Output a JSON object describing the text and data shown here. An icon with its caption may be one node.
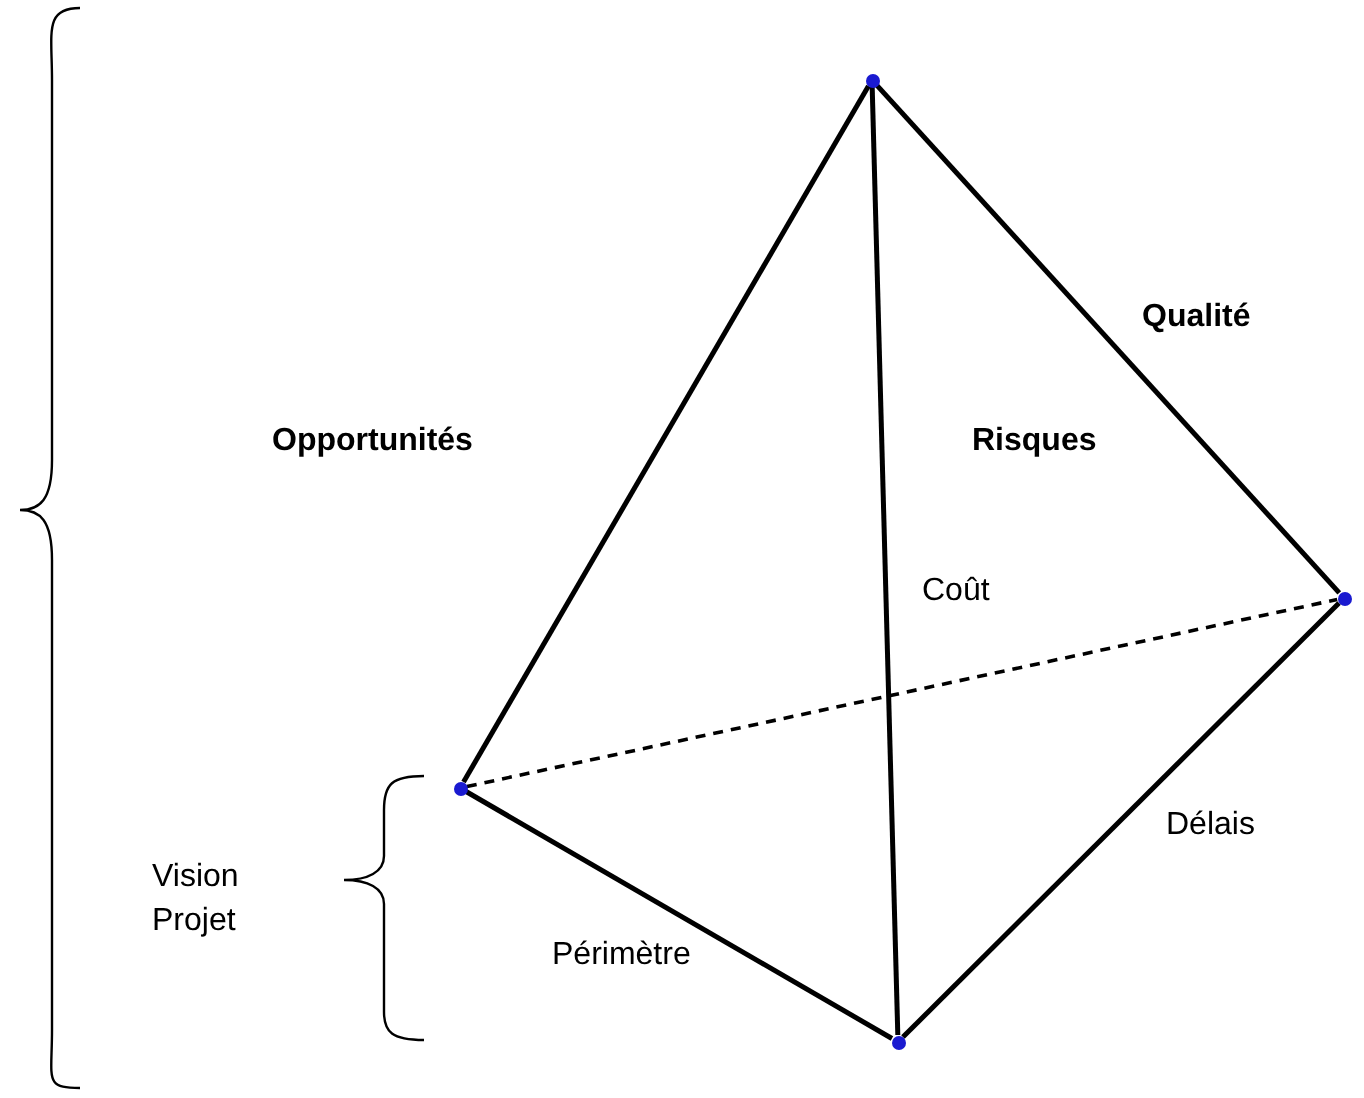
{
  "diagram": {
    "nodes": [
      {
        "text": [],
        "shape": "circle"
      },
      {
        "text": [],
        "shape": "circle"
      },
      {
        "text": [],
        "shape": "circle"
      },
      {
        "text": [],
        "shape": "circle"
      }
    ],
    "edges": [
      {
        "from": 0,
        "to": 2,
        "arrow": "none",
        "label": "Opportunités"
      },
      {
        "from": 0,
        "to": 3,
        "arrow": "none",
        "label": "Risques"
      },
      {
        "from": 0,
        "to": 1,
        "arrow": "none",
        "label": "Qualité"
      },
      {
        "from": 2,
        "to": 1,
        "arrow": "none",
        "label": "Coût",
        "style": "dashed"
      },
      {
        "from": 1,
        "to": 3,
        "arrow": "none",
        "label": "Délais"
      },
      {
        "from": 2,
        "to": 3,
        "arrow": "none",
        "label": "Périmètre"
      }
    ],
    "labels": [
      "Vision Projet"
    ]
  }
}
